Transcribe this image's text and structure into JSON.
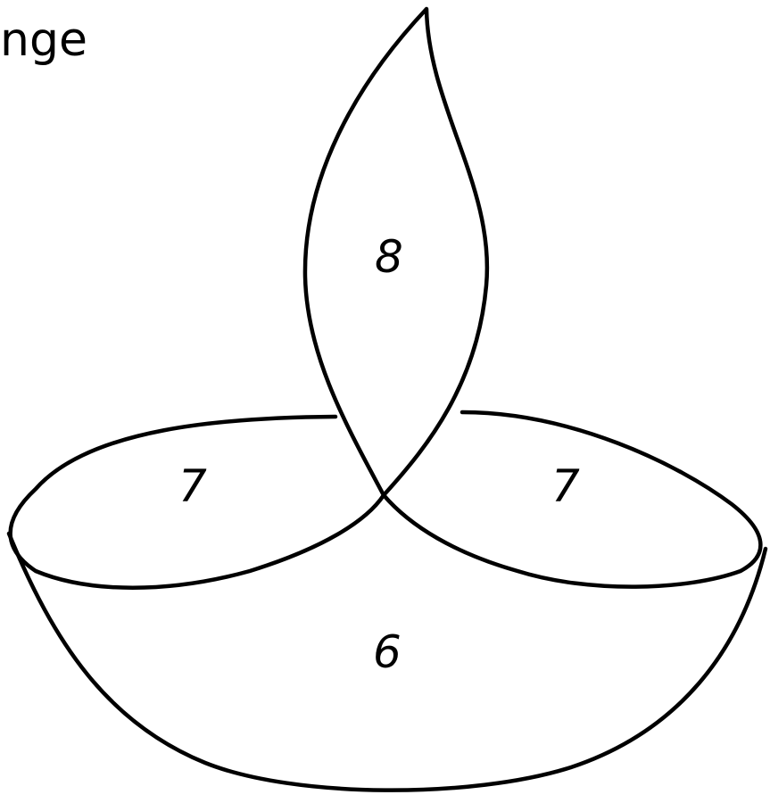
{
  "corner_text": "nge",
  "regions": {
    "flame_value": "8",
    "left_oval_value": "7",
    "right_oval_value": "7",
    "bowl_value": "6"
  },
  "colors": {
    "ink": "#000000",
    "paper": "#ffffff"
  }
}
